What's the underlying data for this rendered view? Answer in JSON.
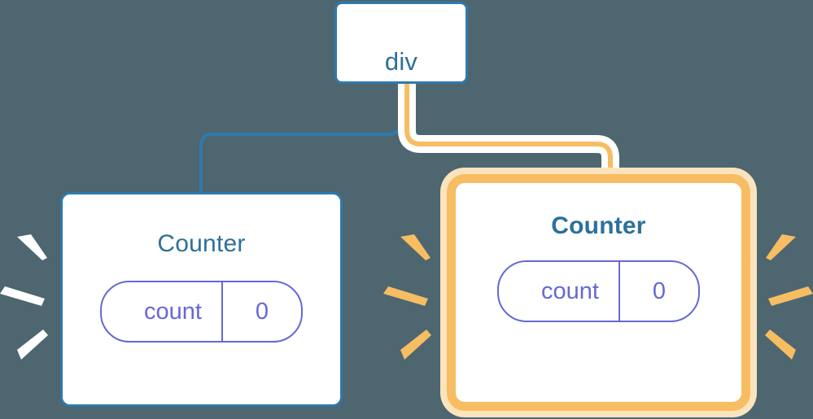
{
  "diagram": {
    "title": "react-component-tree-rerender",
    "background_color": "#4d6670",
    "accent_blue": "#2e7aad",
    "accent_orange": "#f7bd63",
    "accent_purple": "#6569d4"
  },
  "nodes": {
    "root": {
      "label": "div",
      "border_color": "#2e7aad",
      "highlighted": false
    },
    "counter_left": {
      "label": "Counter",
      "border_color": "#2e7aad",
      "highlighted": false,
      "state": {
        "key": "count",
        "value": "0"
      }
    },
    "counter_right": {
      "label": "Counter",
      "border_color": "#f7bd63",
      "highlighted": true,
      "state": {
        "key": "count",
        "value": "0"
      }
    }
  },
  "edges": {
    "left_edge": {
      "from": "root",
      "to": "counter_left",
      "color": "#2e7aad",
      "highlighted": false
    },
    "right_edge": {
      "from": "root",
      "to": "counter_right",
      "color": "#f7bd63",
      "halo_color": "#ffffff",
      "highlighted": true
    }
  },
  "effects": {
    "left_burst": {
      "name": "white-spark-burst",
      "color": "#ffffff",
      "side": "left",
      "ray_count": 3
    },
    "right_burst_left_side": {
      "name": "orange-spark-burst",
      "color": "#f7bd63",
      "side": "left",
      "ray_count": 3
    },
    "right_burst_right_side": {
      "name": "orange-spark-burst",
      "color": "#f7bd63",
      "side": "right",
      "ray_count": 3
    }
  },
  "icons": {
    "spark_ray": "spark-ray-icon"
  }
}
